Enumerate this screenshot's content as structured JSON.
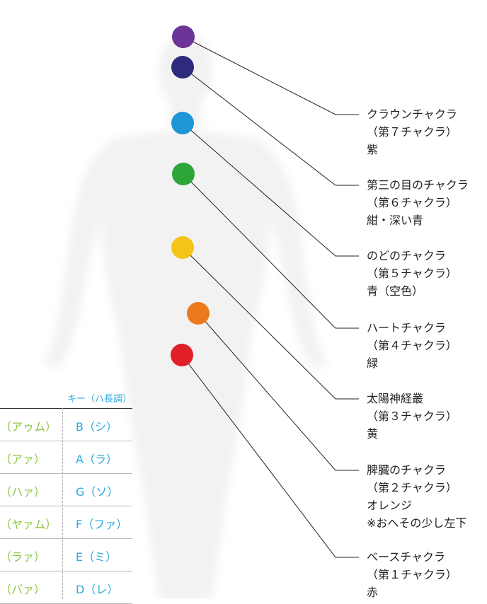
{
  "colors": {
    "crown": "#6d3497",
    "third_eye": "#2e2a7e",
    "throat": "#1e96d6",
    "heart": "#2ea539",
    "solar": "#f4c418",
    "sacral": "#ec7a1c",
    "root": "#e01f26",
    "leader_line": "#231f20",
    "sound_text": "#8cc63f",
    "key_text": "#29a9e0"
  },
  "chakras": [
    {
      "id": "crown",
      "name": "クラウンチャクラ",
      "number": "（第７チャクラ）",
      "color_name": "紫",
      "note": ""
    },
    {
      "id": "third-eye",
      "name": "第三の目のチャクラ",
      "number": "（第６チャクラ）",
      "color_name": "紺・深い青",
      "note": ""
    },
    {
      "id": "throat",
      "name": "のどのチャクラ",
      "number": "（第５チャクラ）",
      "color_name": "青（空色）",
      "note": ""
    },
    {
      "id": "heart",
      "name": "ハートチャクラ",
      "number": "（第４チャクラ）",
      "color_name": "緑",
      "note": ""
    },
    {
      "id": "solar-plexus",
      "name": "太陽神経叢",
      "number": "（第３チャクラ）",
      "color_name": "黄",
      "note": ""
    },
    {
      "id": "sacral",
      "name": "脾臓のチャクラ",
      "number": "（第２チャクラ）",
      "color_name": "オレンジ",
      "note": "※おへその少し左下"
    },
    {
      "id": "root",
      "name": "ベースチャクラ",
      "number": "（第１チャクラ）",
      "color_name": "赤",
      "note": ""
    }
  ],
  "table": {
    "key_header": "キー（ハ長調）",
    "rows": [
      {
        "sound": "（アゥム）",
        "key": "B（シ）"
      },
      {
        "sound": "（アァ）",
        "key": "A（ラ）"
      },
      {
        "sound": "（ハァ）",
        "key": "G（ソ）"
      },
      {
        "sound": "（ヤァム）",
        "key": "F（ファ）"
      },
      {
        "sound": "（ラァ）",
        "key": "E（ミ）"
      },
      {
        "sound": "（バァ）",
        "key": "D（レ）"
      }
    ]
  }
}
